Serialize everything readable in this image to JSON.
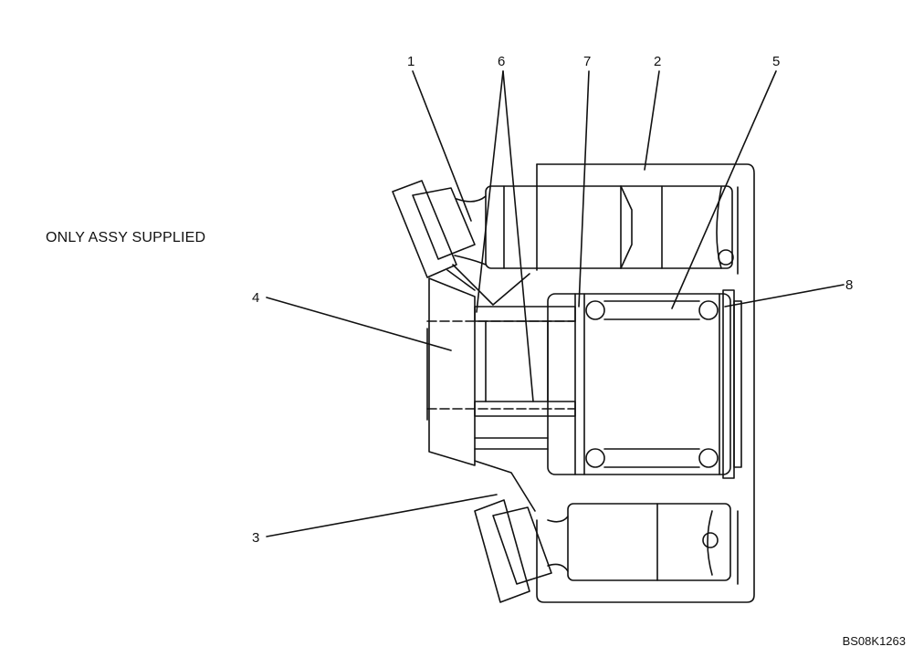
{
  "note": "ONLY ASSY SUPPLIED",
  "figure_code": "BS08K1263",
  "callouts": [
    {
      "id": "1",
      "label": "1"
    },
    {
      "id": "2",
      "label": "2"
    },
    {
      "id": "3",
      "label": "3"
    },
    {
      "id": "4",
      "label": "4"
    },
    {
      "id": "5",
      "label": "5"
    },
    {
      "id": "6",
      "label": "6"
    },
    {
      "id": "7",
      "label": "7"
    },
    {
      "id": "8",
      "label": "8"
    }
  ]
}
